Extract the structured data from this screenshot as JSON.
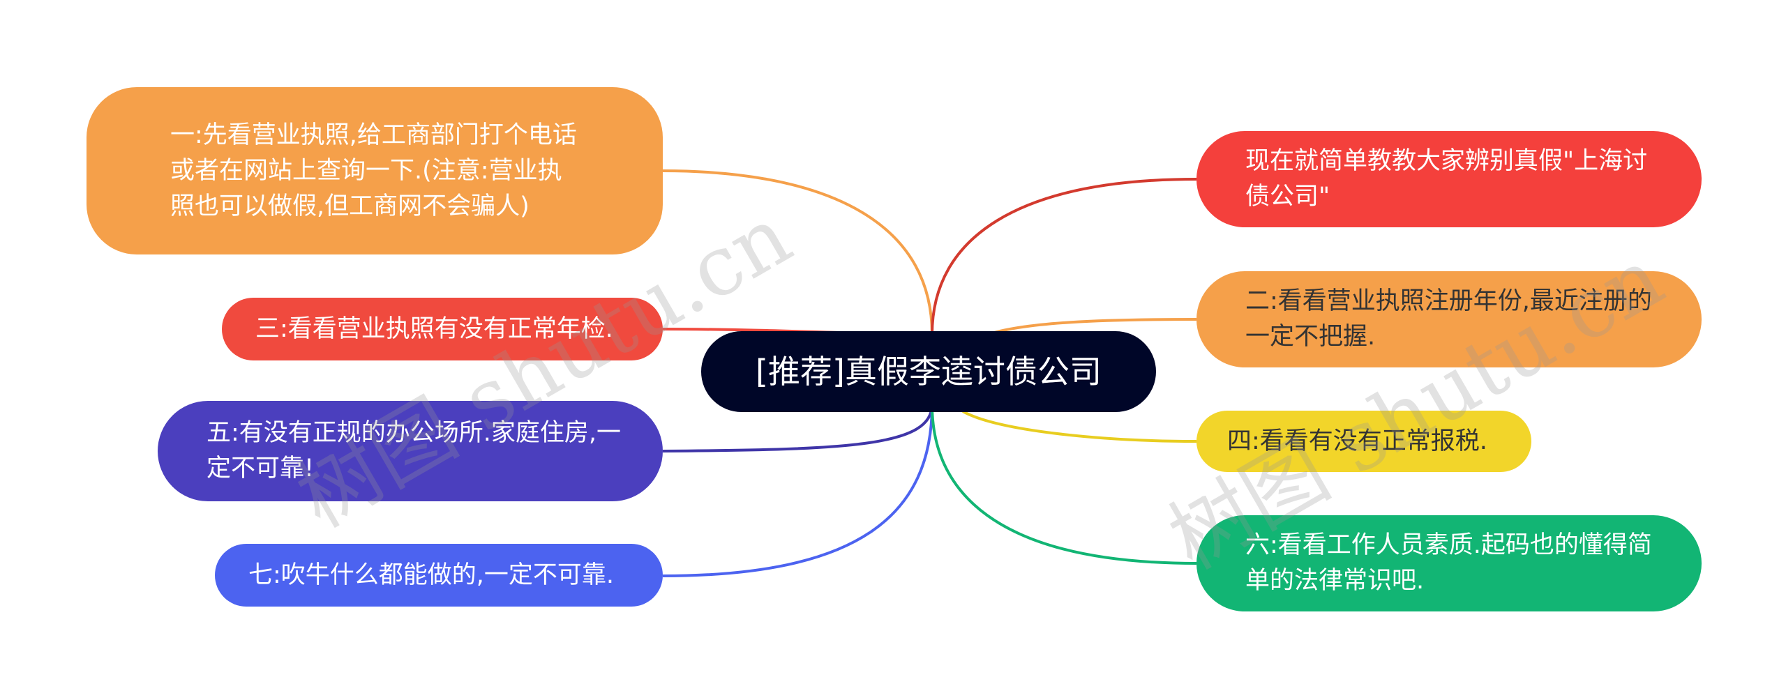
{
  "diagram": {
    "center": {
      "label": "[推荐]真假李逵讨债公司",
      "color": "#000628"
    },
    "branches": [
      {
        "id": "n1",
        "label": "一:先看营业执照,给工商部门打个电话或者在网站上查询一下.(注意:营业执照也可以做假,但工商网不会骗人)",
        "fill": "#F5A04A",
        "line": "#F5A04A",
        "side": "left"
      },
      {
        "id": "n3",
        "label": "三:看看营业执照有没有正常年检.",
        "fill": "#F04A3E",
        "line": "#F04A3E",
        "side": "left"
      },
      {
        "id": "n5",
        "label": "五:有没有正规的办公场所.家庭住房,一定不可靠!",
        "fill": "#4B3FBE",
        "line": "#3F35A8",
        "side": "left"
      },
      {
        "id": "n7",
        "label": "七:吹牛什么都能做的,一定不可靠.",
        "fill": "#4C63F0",
        "line": "#4C63F0",
        "side": "left"
      },
      {
        "id": "n0",
        "label": "现在就简单教教大家辨别真假\"上海讨债公司\"",
        "fill": "#F4403C",
        "line": "#D33A2E",
        "side": "right"
      },
      {
        "id": "n2",
        "label": "二:看看营业执照注册年份,最近注册的一定不把握.",
        "fill": "#F5A04A",
        "line": "#F5A04A",
        "side": "right"
      },
      {
        "id": "n4",
        "label": "四:看看有没有正常报税.",
        "fill": "#F2D52A",
        "line": "#E8CD20",
        "side": "right"
      },
      {
        "id": "n6",
        "label": "六:看看工作人员素质.起码也的懂得简单的法律常识吧.",
        "fill": "#12B574",
        "line": "#12B574",
        "side": "right"
      }
    ]
  },
  "watermarks": [
    "树图 shutu.cn",
    "树图 shutu.cn"
  ]
}
